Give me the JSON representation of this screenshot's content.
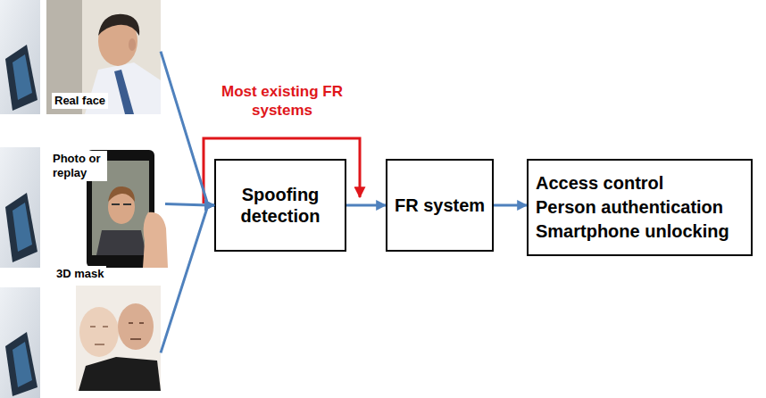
{
  "diagram": {
    "nodes": [
      {
        "text": [
          "Real face"
        ]
      },
      {
        "text": [
          "Photo or replay"
        ]
      },
      {
        "text": [
          "3D mask"
        ]
      },
      {
        "text": [
          "Spoofing detection"
        ]
      },
      {
        "text": [
          "FR system"
        ]
      },
      {
        "text": [
          "Access control",
          "Person authentication",
          "Smartphone unlocking"
        ]
      }
    ],
    "edges": [
      {
        "from": 0,
        "to": 3,
        "arrow": "to"
      },
      {
        "from": 1,
        "to": 3,
        "arrow": "to"
      },
      {
        "from": 2,
        "to": 3,
        "arrow": "to"
      },
      {
        "from": 3,
        "to": 4,
        "arrow": "to"
      },
      {
        "from": 4,
        "to": 5,
        "arrow": "to"
      }
    ],
    "labels": [
      "Most existing FR systems"
    ]
  }
}
